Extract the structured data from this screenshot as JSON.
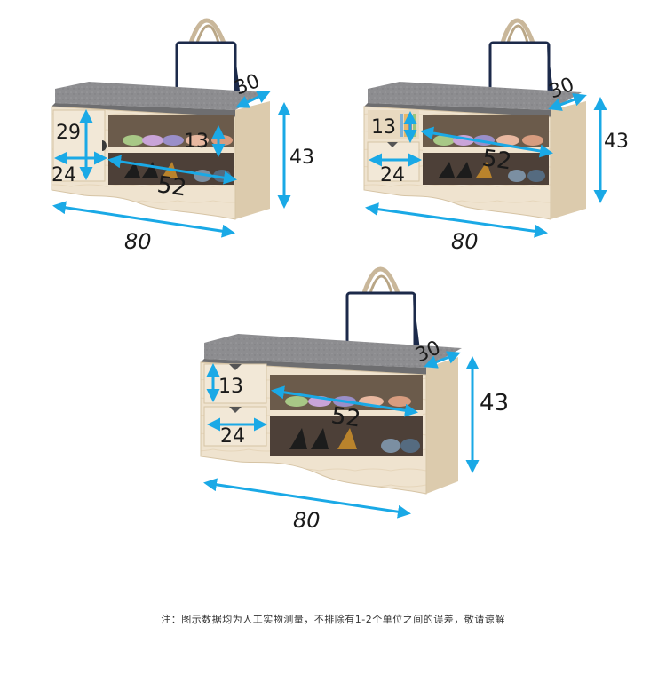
{
  "benches": [
    {
      "id": "bench-door",
      "labels": {
        "width": "80",
        "depth": "30",
        "height": "43",
        "inner_width": "52",
        "shelf_height": "13",
        "door_height": "29",
        "door_width": "24"
      }
    },
    {
      "id": "bench-drawer-shelf",
      "labels": {
        "width": "80",
        "depth": "30",
        "height": "43",
        "inner_width": "52",
        "top_cell_height": "13",
        "drawer_width": "24"
      }
    },
    {
      "id": "bench-two-drawers",
      "labels": {
        "width": "80",
        "depth": "30",
        "height": "43",
        "inner_width": "52",
        "drawer_height": "13",
        "drawer_width": "24"
      }
    }
  ],
  "colors": {
    "arrow": "#1aa9e6",
    "wood": "#efe3cf",
    "wood_dark": "#d9c7a8",
    "cushion": "#8a8a8c"
  },
  "note": "注：图示数据均为人工实物测量，不排除有1-2个单位之间的误差，敬请谅解"
}
